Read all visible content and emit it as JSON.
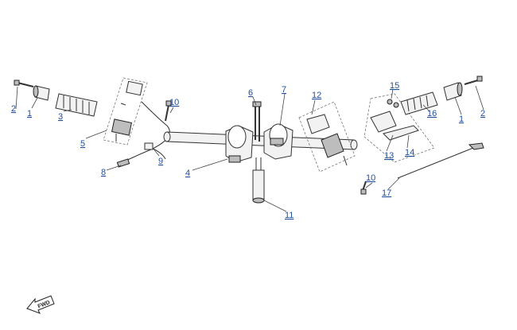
{
  "diagram": {
    "callouts": [
      {
        "id": "c-2-left",
        "label": "2"
      },
      {
        "id": "c-1-left",
        "label": "1"
      },
      {
        "id": "c-3",
        "label": "3"
      },
      {
        "id": "c-5",
        "label": "5"
      },
      {
        "id": "c-8",
        "label": "8"
      },
      {
        "id": "c-9",
        "label": "9"
      },
      {
        "id": "c-10-left",
        "label": "10"
      },
      {
        "id": "c-4",
        "label": "4"
      },
      {
        "id": "c-6",
        "label": "6"
      },
      {
        "id": "c-7",
        "label": "7"
      },
      {
        "id": "c-11",
        "label": "11"
      },
      {
        "id": "c-12",
        "label": "12"
      },
      {
        "id": "c-15",
        "label": "15"
      },
      {
        "id": "c-16",
        "label": "16"
      },
      {
        "id": "c-1-right",
        "label": "1"
      },
      {
        "id": "c-2-right",
        "label": "2"
      },
      {
        "id": "c-13",
        "label": "13"
      },
      {
        "id": "c-14",
        "label": "14"
      },
      {
        "id": "c-10-right",
        "label": "10"
      },
      {
        "id": "c-17",
        "label": "17"
      }
    ],
    "fwd_label": "FWD"
  }
}
